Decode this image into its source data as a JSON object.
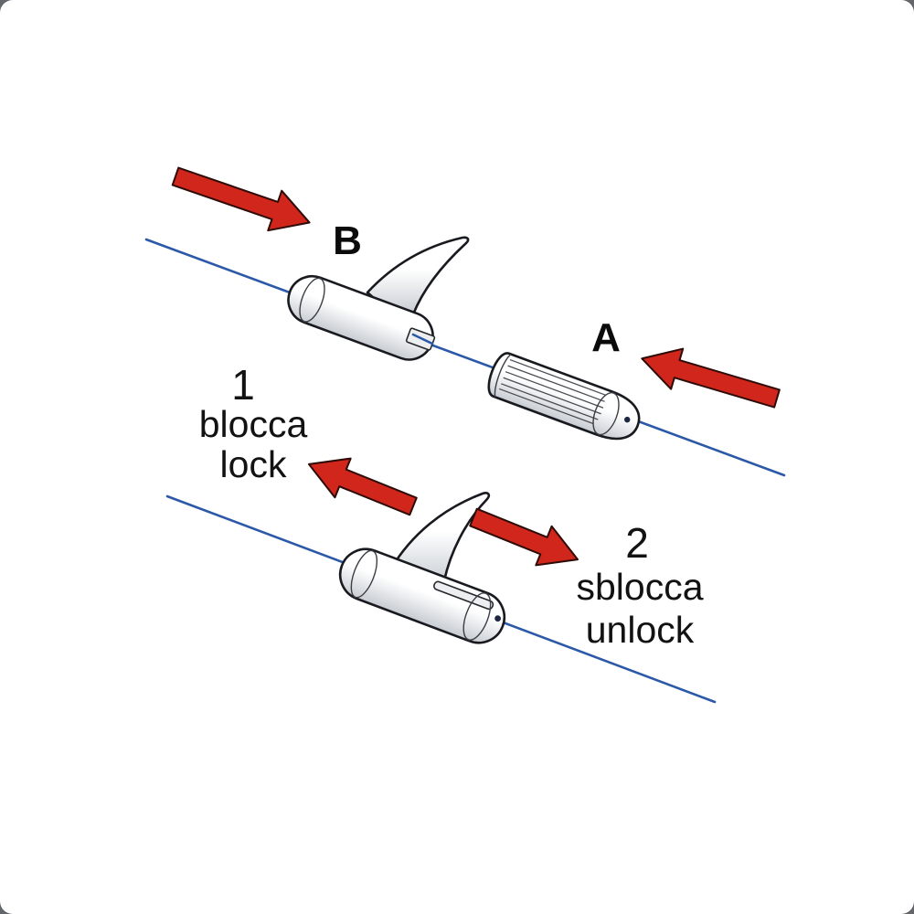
{
  "diagram": {
    "labels": {
      "part_b": "B",
      "part_a": "A"
    },
    "step1": {
      "number": "1",
      "line1": "blocca",
      "line2": "lock"
    },
    "step2": {
      "number": "2",
      "line1": "sblocca",
      "line2": "unlock"
    }
  },
  "colors": {
    "cable_blue": "#2b59a8",
    "arrow_red": "#d0261b"
  },
  "icons": {
    "arrow_insert_b": "red-direction-arrow-icon",
    "arrow_insert_a": "red-direction-arrow-icon",
    "arrow_lock": "red-direction-arrow-icon",
    "arrow_unlock": "red-direction-arrow-icon"
  }
}
